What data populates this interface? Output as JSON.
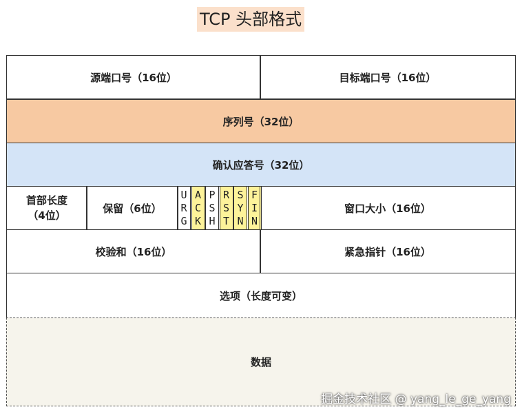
{
  "title": "TCP 头部格式",
  "rows": {
    "src_port": "源端口号（16位）",
    "dst_port": "目标端口号（16位）",
    "seq": "序列号（32位）",
    "ack": "确认应答号（32位）",
    "header_len": "首部长度\n（4位）",
    "reserved": "保留（6位）",
    "window": "窗口大小（16位）",
    "checksum": "校验和（16位）",
    "urgent": "紧急指针（16位）",
    "options": "选项（长度可变）",
    "data": "数据"
  },
  "flags": [
    {
      "name": "URG",
      "highlight": false
    },
    {
      "name": "ACK",
      "highlight": true
    },
    {
      "name": "PSH",
      "highlight": false
    },
    {
      "name": "RST",
      "highlight": true
    },
    {
      "name": "SYN",
      "highlight": true
    },
    {
      "name": "FIN",
      "highlight": true
    }
  ],
  "colors": {
    "sequence_fill": "#f7c9a2",
    "ack_fill": "#d4e4f7",
    "flag_highlight": "#fdf39a",
    "data_fill": "#f6f4ec"
  },
  "watermark": "掘金技术社区 @ yang_le_ge_yang"
}
